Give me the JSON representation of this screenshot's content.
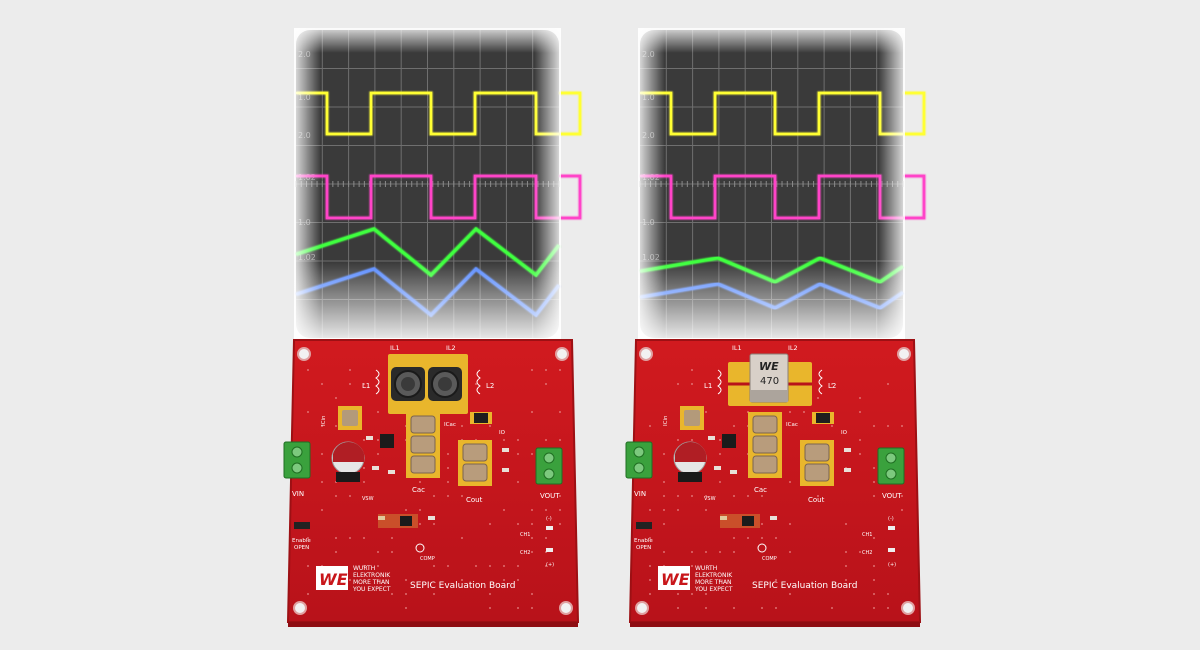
{
  "scopes": [
    {
      "id": "left",
      "scale_labels": [
        "2.0",
        "1.0",
        "2.0",
        "1.02",
        "1.0",
        "1.02"
      ],
      "traces": {
        "square_a_color": "#ffff33",
        "square_b_color": "#ff44c8",
        "tri_a_color": "#3fff3f",
        "tri_b_color": "#5a8cff"
      },
      "ripple": "large"
    },
    {
      "id": "right",
      "scale_labels": [
        "2.0",
        "1.0",
        "2.0",
        "1.02",
        "1.0",
        "1.02"
      ],
      "traces": {
        "square_a_color": "#ffff33",
        "square_b_color": "#ff44c8",
        "tri_a_color": "#3fff3f",
        "tri_b_color": "#5a8cff"
      },
      "ripple": "small"
    }
  ],
  "boards": [
    {
      "id": "left",
      "inductor_type": "two-uncoupled",
      "labels": {
        "il1": "IL1",
        "il2": "IL2",
        "l1": "L1",
        "l2": "L2",
        "icin": "ICin",
        "icac": "ICac",
        "io": "IO",
        "cac": "Cac",
        "cout": "Cout",
        "vin": "VIN",
        "vout": "VOUT",
        "enable": "Enable",
        "open": "OPEN",
        "vsw": "VSW",
        "comp": "COMP",
        "ch1": "CH1",
        "ch2": "CH2",
        "minus": "(-)",
        "plus": "(+)",
        "logo": "WE",
        "brand_line1": "WURTH",
        "brand_line2": "ELEKTRONIK",
        "brand_line3": "MORE THAN",
        "brand_line4": "YOU EXPECT",
        "title": "SEPIC Evaluation Board"
      }
    },
    {
      "id": "right",
      "inductor_type": "coupled",
      "coupled_marking": "470",
      "coupled_logo": "WE",
      "labels": {
        "il1": "IL1",
        "il2": "IL2",
        "l1": "L1",
        "l2": "L2",
        "icin": "ICin",
        "icac": "ICac",
        "io": "IO",
        "cac": "Cac",
        "cout": "Cout",
        "vin": "VIN",
        "vout": "VOUT",
        "enable": "Enable",
        "open": "OPEN",
        "vsw": "VSW",
        "comp": "COMP",
        "ch1": "CH1",
        "ch2": "CH2",
        "minus": "(-)",
        "plus": "(+)",
        "logo": "WE",
        "brand_line1": "WURTH",
        "brand_line2": "ELEKTRONIK",
        "brand_line3": "MORE THAN",
        "brand_line4": "YOU EXPECT",
        "title": "SEPIC Evaluation Board"
      }
    }
  ],
  "colors": {
    "background": "#ececec",
    "screen": "#3a3a3a",
    "grid": "#6f6f6f",
    "pcb": "#c8161a",
    "pcb_edge": "#9d1014",
    "pad_gold": "#e9b62c",
    "terminal_green": "#3aa13d",
    "silk": "#ffffff"
  }
}
